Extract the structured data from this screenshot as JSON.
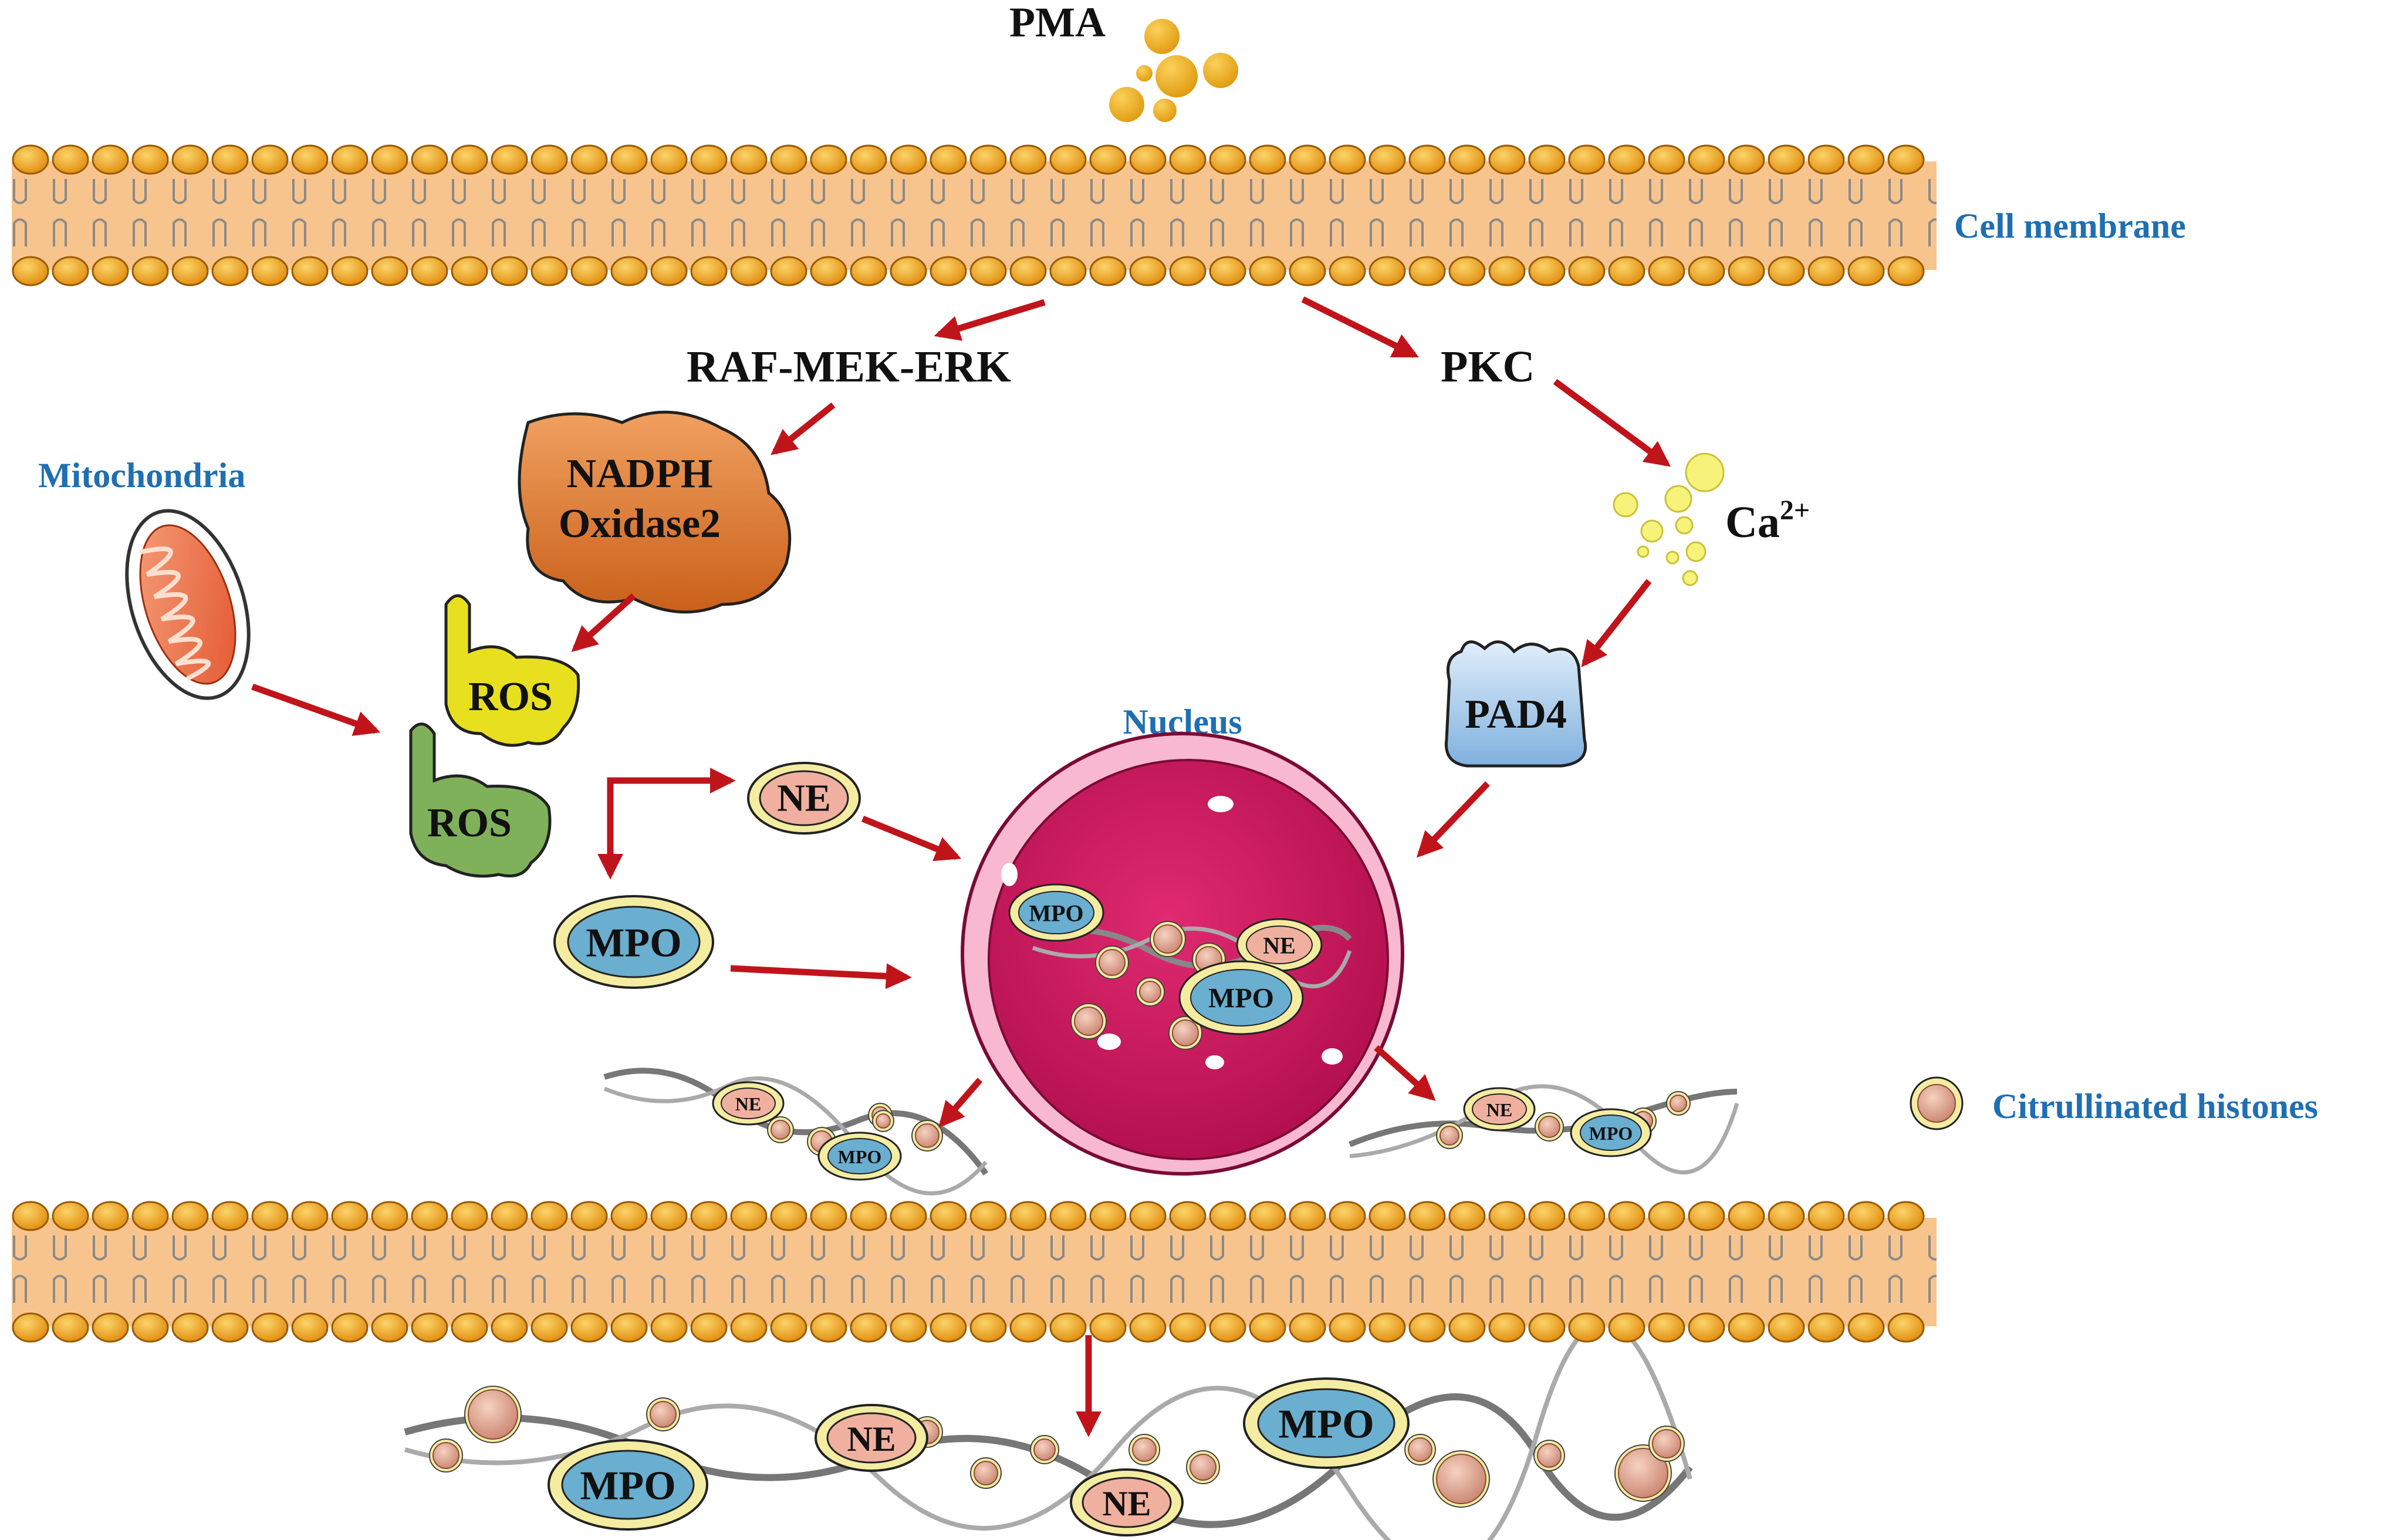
{
  "labels": {
    "pma": "PMA",
    "cell_membrane": "Cell membrane",
    "raf_mek_erk": "RAF-MEK-ERK",
    "pkc": "PKC",
    "mitochondria": "Mitochondria",
    "nadph_line1": "NADPH",
    "nadph_line2": "Oxidase2",
    "ca": "Ca",
    "ca_sup": "2+",
    "ros": "ROS",
    "pad4": "PAD4",
    "nucleus": "Nucleus",
    "ne": "NE",
    "mpo": "MPO",
    "citrullinated_histones": "Citrullinated histones"
  },
  "colors": {
    "arrow": "#c0141b",
    "membrane_head": "#f0a21a",
    "membrane_body": "#f8c48e",
    "nucleus": "#d6145e",
    "nadph": "#e07a2f",
    "ros_yellow": "#e8e01e",
    "ros_green": "#7fb15a",
    "pad4": "#9cc3e6",
    "ne_fill": "#f0b0a0",
    "mpo_fill": "#6aaed0",
    "ring": "#f4eca0",
    "label_blue": "#1f6fb2"
  }
}
